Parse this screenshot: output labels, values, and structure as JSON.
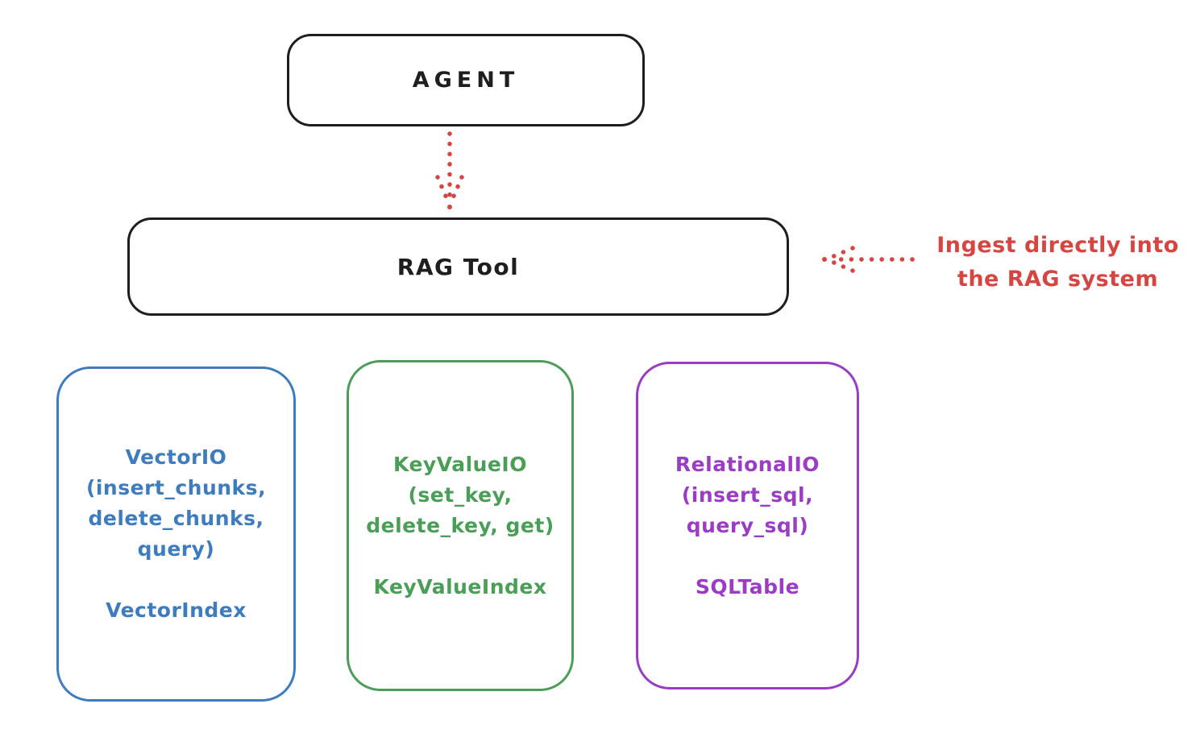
{
  "colors": {
    "ink": "#1e1e1e",
    "red": "#d64541",
    "blue": "#3e7cc0",
    "green": "#4a9e57",
    "purple": "#9a3cc4",
    "background": "#ffffff"
  },
  "agent": {
    "label": "AGENT"
  },
  "rag_tool": {
    "label": "RAG Tool"
  },
  "annotation": {
    "line1": "Ingest directly into",
    "line2": "the RAG system"
  },
  "arrows": {
    "agent_to_rag": "dotted-down-arrow",
    "ingest_to_rag": "dotted-left-arrow"
  },
  "modules": [
    {
      "id": "vector",
      "color": "#3e7cc0",
      "lines": [
        "VectorIO",
        "(insert_chunks,",
        "delete_chunks,",
        "query)"
      ],
      "index": "VectorIndex"
    },
    {
      "id": "keyvalue",
      "color": "#4a9e57",
      "lines": [
        "KeyValueIO",
        "(set_key,",
        "delete_key, get)"
      ],
      "index": "KeyValueIndex"
    },
    {
      "id": "relational",
      "color": "#9a3cc4",
      "lines": [
        "RelationalIO",
        "(insert_sql,",
        "query_sql)"
      ],
      "index": "SQLTable"
    }
  ]
}
